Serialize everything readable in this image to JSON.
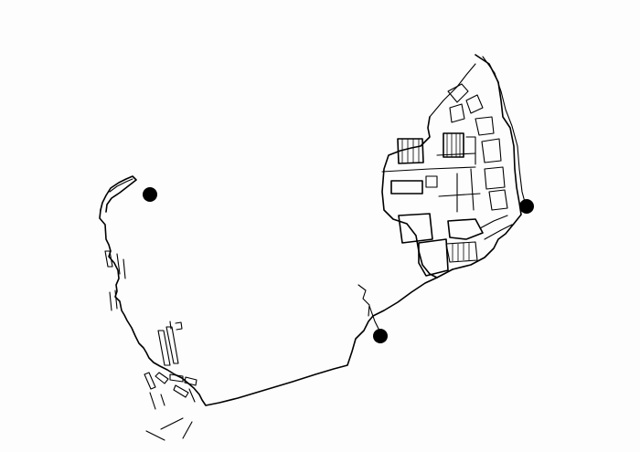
{
  "map": {
    "style": "hand-drawn ink line sketch",
    "background_color": "#ffffff",
    "ink_color": "#000000",
    "labels": [],
    "markers": [
      {
        "id": "left-marker",
        "shape": "filled-circle"
      },
      {
        "id": "bottom-marker",
        "shape": "filled-circle"
      },
      {
        "id": "right-marker",
        "shape": "filled-circle"
      }
    ]
  }
}
